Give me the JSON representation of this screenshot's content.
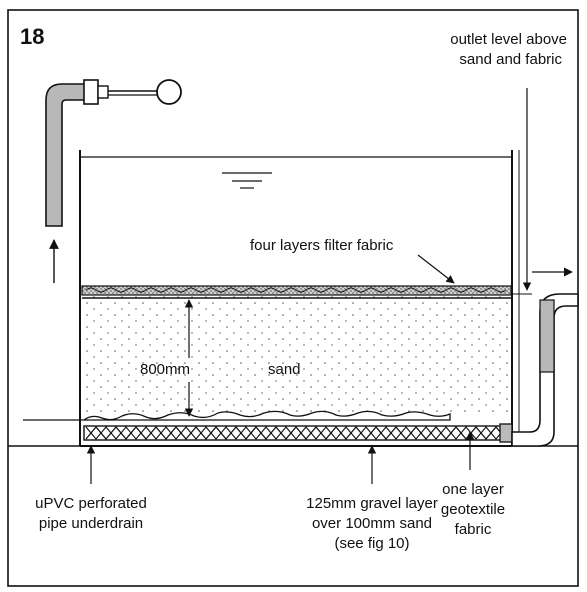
{
  "figure_number": "18",
  "labels": {
    "outlet_line1": "outlet level above",
    "outlet_line2": "sand and fabric",
    "filter_fabric": "four layers filter fabric",
    "depth": "800mm",
    "sand": "sand",
    "underdrain_line1": "uPVC perforated",
    "underdrain_line2": "pipe underdrain",
    "gravel_line1": "125mm gravel layer",
    "gravel_line2": "over 100mm sand",
    "gravel_line3": "(see fig 10)",
    "geo_line1": "one layer",
    "geo_line2": "geotextile",
    "geo_line3": "fabric"
  },
  "colors": {
    "ink": "#111111",
    "background": "#ffffff",
    "pipe_fill": "#b8b8b8"
  },
  "icons": {
    "water_surface": "water-level-symbol",
    "float_valve": "float-valve-icon"
  }
}
